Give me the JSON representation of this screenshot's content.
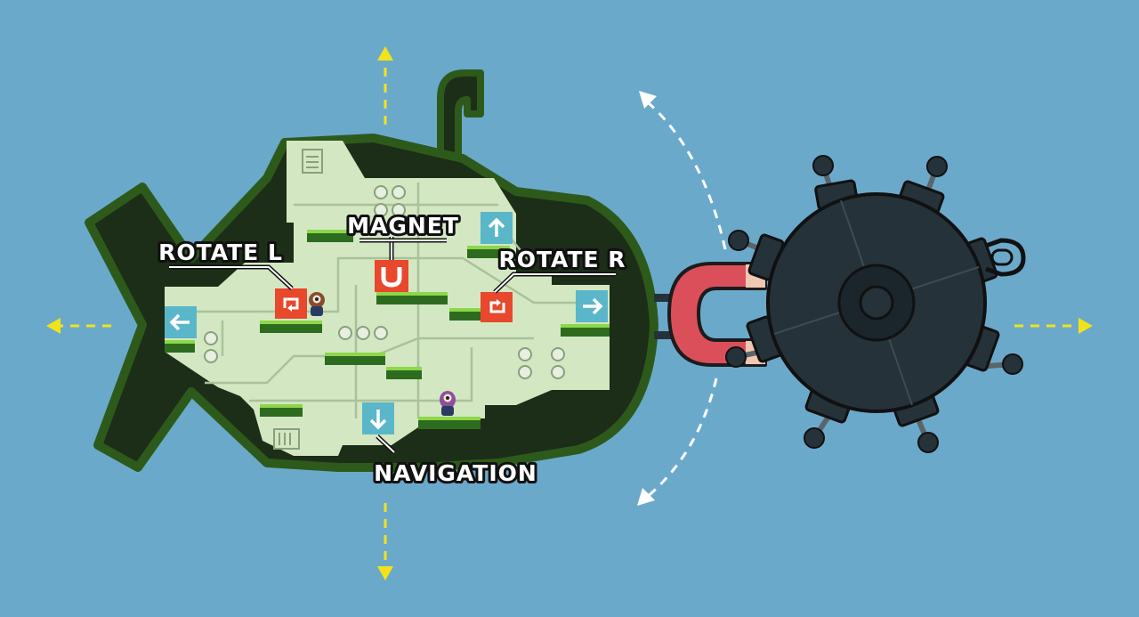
{
  "labels": {
    "magnet": "MAGNET",
    "rotate_left": "ROTATE L",
    "rotate_right": "ROTATE R",
    "navigation": "NAVIGATION"
  },
  "icons": {
    "rotate_left_button": "rotate-left-icon",
    "rotate_right_button": "rotate-right-icon",
    "magnet_button": "magnet-icon",
    "move_up_button": "arrow-up-icon",
    "move_right_button": "arrow-right-icon",
    "move_left_button": "arrow-left-icon",
    "move_down_button": "arrow-down-icon"
  },
  "colors": {
    "water": "#6ba9cb",
    "hull_outline": "#2d5a1b",
    "hull_dark": "#1c2e17",
    "interior": "#d3e8c2",
    "platform": "#2d6b1f",
    "platform_top": "#8ed64a",
    "action_button": "#e8482c",
    "nav_button": "#5ab6c9",
    "direction_arrow": "#f2e21a",
    "mine_body": "#25323a",
    "magnet_red": "#db4f5b"
  }
}
